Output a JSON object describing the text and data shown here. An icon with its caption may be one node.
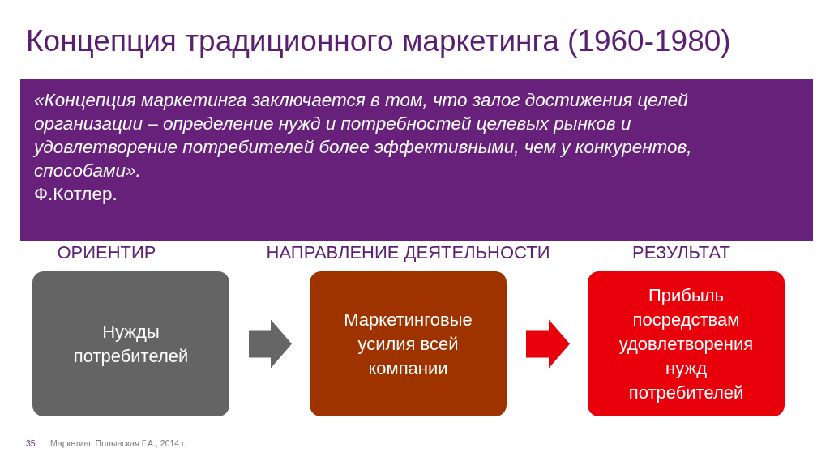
{
  "diagram": {
    "title": "Концепция традиционного маркетинга (1960-1980)",
    "nodes": [
      {
        "text": [
          "«Концепция маркетинга заключается в том, что залог достижения целей организации – определение нужд и потребностей целевых рынков и удовлетворение потребителей более эффективными, чем у конкурентов, способами».",
          "Ф.Котлер."
        ]
      },
      {
        "text": [
          "ОРИЕНТИР",
          "Нужды потребителей"
        ]
      },
      {
        "text": [
          "НАПРАВЛЕНИЕ ДЕЯТЕЛЬНОСТИ",
          "Маркетинговые усилия всей компании"
        ]
      },
      {
        "text": [
          "РЕЗУЛЬТАТ",
          "Прибыль посредствам удовлетворения нужд потребителей"
        ]
      }
    ],
    "edges": [
      {
        "from": 1,
        "to": 2,
        "arrow": "to",
        "color": "#666666"
      },
      {
        "from": 2,
        "to": 3,
        "arrow": "to",
        "color": "#e8000b"
      }
    ],
    "labels": [
      "35",
      "Маркетинг. Полынская Г.А., 2014 г."
    ]
  }
}
